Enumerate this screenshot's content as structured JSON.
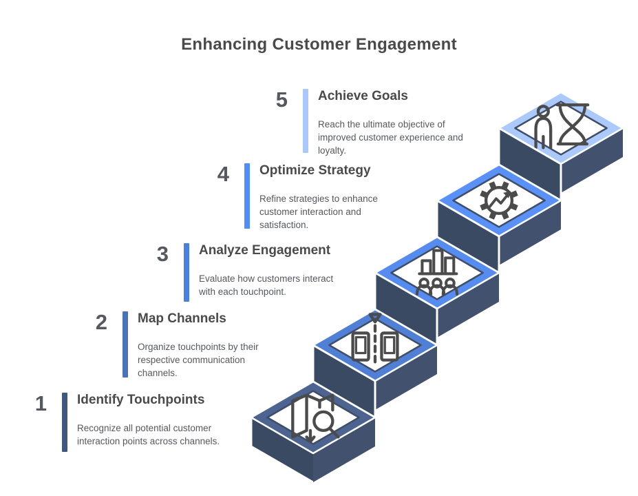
{
  "title": "Enhancing Customer Engagement",
  "colors": {
    "background": "#ffffff",
    "title_text": "#4a4a4a",
    "number_text": "#55585e",
    "desc_text": "#54585f",
    "face_dark": "#3b4a63",
    "face_right": "#42526e",
    "inner_edge": "#3e4d68",
    "outline_white": "#ffffff",
    "icon_stroke": "#4b4b4b"
  },
  "steps": [
    {
      "number": "1",
      "title": "Identify Touchpoints",
      "description": "Recognize all potential customer interaction points across channels.",
      "accent_bar": "#40587f",
      "accent_frame": "#4d6390",
      "icon": "map-search-icon"
    },
    {
      "number": "2",
      "title": "Map Channels",
      "description": "Organize touchpoints by their respective communication channels.",
      "accent_bar": "#4a74ba",
      "accent_frame": "#5080d6",
      "icon": "devices-sync-icon"
    },
    {
      "number": "3",
      "title": "Analyze Engagement",
      "description": "Evaluate how customers interact with each touchpoint.",
      "accent_bar": "#4a80e0",
      "accent_frame": "#568bf0",
      "icon": "engagement-analytics-icon"
    },
    {
      "number": "4",
      "title": "Optimize Strategy",
      "description": "Refine strategies to enhance customer interaction and satisfaction.",
      "accent_bar": "#4f8df8",
      "accent_frame": "#5a91f8",
      "icon": "gear-optimize-icon"
    },
    {
      "number": "5",
      "title": "Achieve Goals",
      "description": "Reach the ultimate objective of improved customer experience and loyalty.",
      "accent_bar": "#a9c8fb",
      "accent_frame": "#abc9fb",
      "icon": "achievement-trophy-icon"
    }
  ]
}
